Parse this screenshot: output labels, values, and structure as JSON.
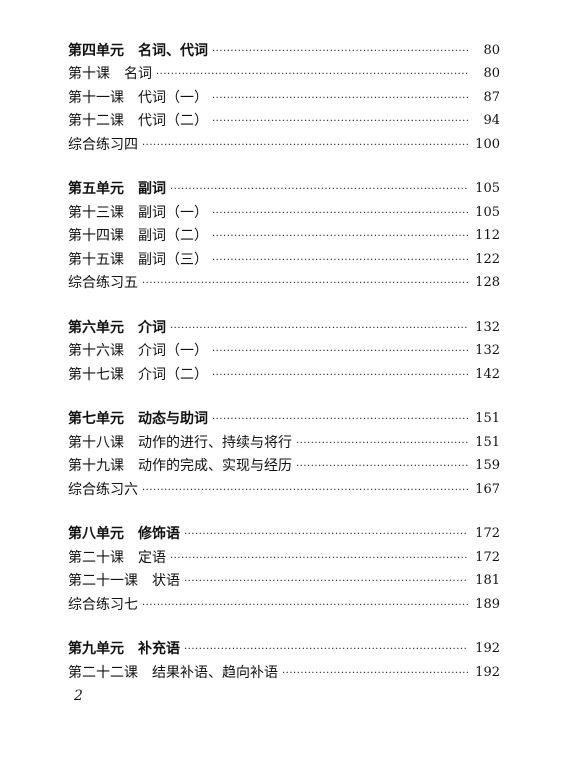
{
  "sections": [
    {
      "entries": [
        {
          "label": "第四单元　名词、代词",
          "page": "80",
          "unit": true
        },
        {
          "label": "第十课　名词",
          "page": "80",
          "unit": false
        },
        {
          "label": "第十一课　代词（一）",
          "page": "87",
          "unit": false
        },
        {
          "label": "第十二课　代词（二）",
          "page": "94",
          "unit": false
        },
        {
          "label": "综合练习四",
          "page": "100",
          "unit": false
        }
      ]
    },
    {
      "entries": [
        {
          "label": "第五单元　副词",
          "page": "105",
          "unit": true
        },
        {
          "label": "第十三课　副词（一）",
          "page": "105",
          "unit": false
        },
        {
          "label": "第十四课　副词（二）",
          "page": "112",
          "unit": false
        },
        {
          "label": "第十五课　副词（三）",
          "page": "122",
          "unit": false
        },
        {
          "label": "综合练习五",
          "page": "128",
          "unit": false
        }
      ]
    },
    {
      "entries": [
        {
          "label": "第六单元　介词",
          "page": "132",
          "unit": true
        },
        {
          "label": "第十六课　介词（一）",
          "page": "132",
          "unit": false
        },
        {
          "label": "第十七课　介词（二）",
          "page": "142",
          "unit": false
        }
      ]
    },
    {
      "entries": [
        {
          "label": "第七单元　动态与助词",
          "page": "151",
          "unit": true
        },
        {
          "label": "第十八课　动作的进行、持续与将行",
          "page": "151",
          "unit": false
        },
        {
          "label": "第十九课　动作的完成、实现与经历",
          "page": "159",
          "unit": false
        },
        {
          "label": "综合练习六",
          "page": "167",
          "unit": false
        }
      ]
    },
    {
      "entries": [
        {
          "label": "第八单元　修饰语",
          "page": "172",
          "unit": true
        },
        {
          "label": "第二十课　定语",
          "page": "172",
          "unit": false
        },
        {
          "label": "第二十一课　状语",
          "page": "181",
          "unit": false
        },
        {
          "label": "综合练习七",
          "page": "189",
          "unit": false
        }
      ]
    },
    {
      "entries": [
        {
          "label": "第九单元　补充语",
          "page": "192",
          "unit": true
        },
        {
          "label": "第二十二课　结果补语、趋向补语",
          "page": "192",
          "unit": false
        }
      ]
    }
  ],
  "footer": {
    "page_number": "2"
  }
}
